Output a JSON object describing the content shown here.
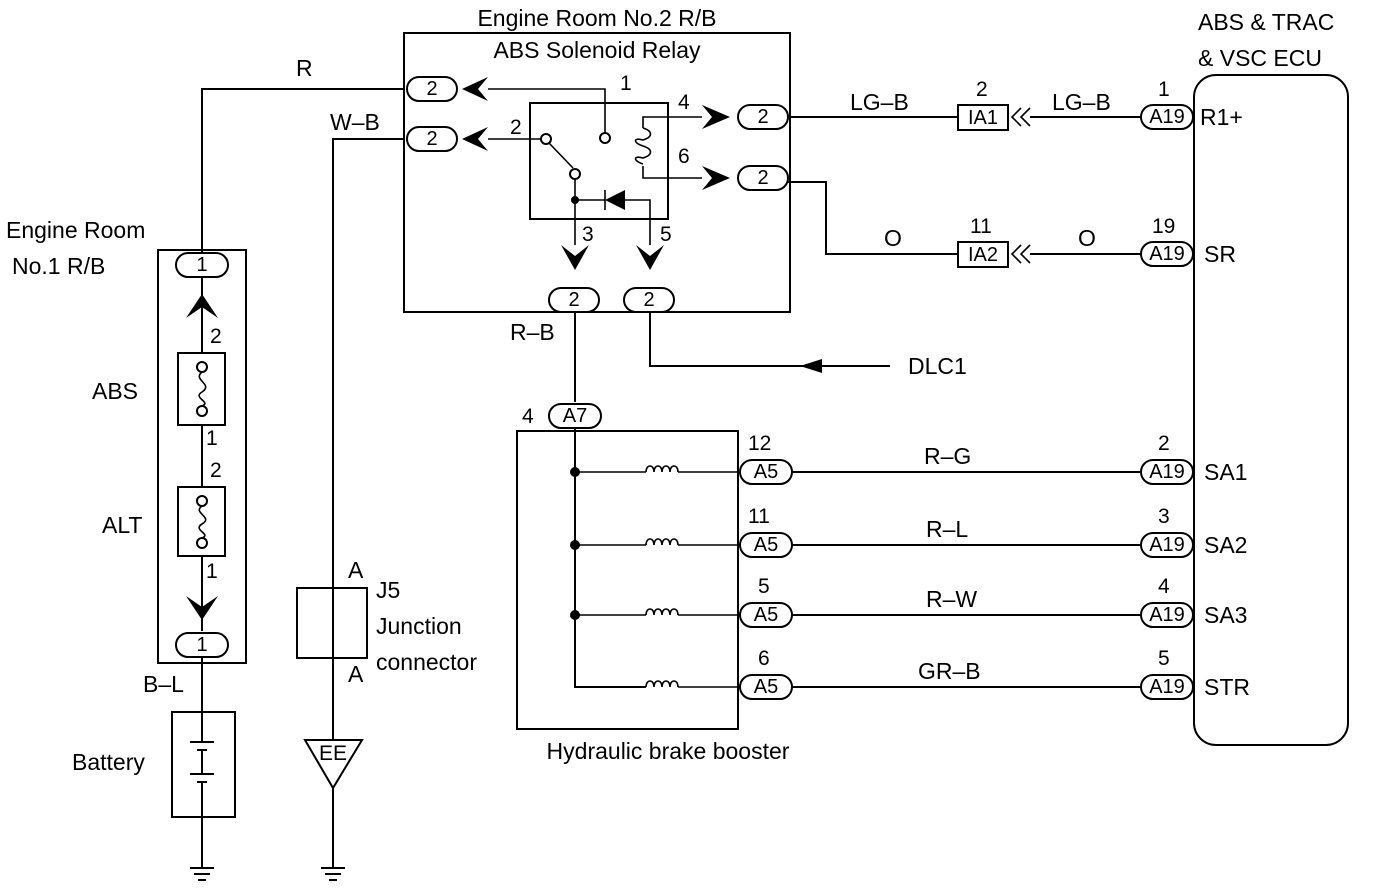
{
  "components": {
    "relay_box_title": "Engine Room No.2 R/B",
    "relay_title": "ABS Solenoid Relay",
    "ecu_title_1": "ABS & TRAC",
    "ecu_title_2": "& VSC ECU",
    "rb1_title_1": "Engine  Room",
    "rb1_title_2": "No.1 R/B",
    "fuse_abs": "ABS",
    "fuse_alt": "ALT",
    "battery": "Battery",
    "junction_id": "J5",
    "junction_1": "Junction",
    "junction_2": "connector",
    "junction_top": "A",
    "junction_bottom": "A",
    "ground": "EE",
    "booster": "Hydraulic brake booster",
    "dlc": "DLC1"
  },
  "wires": {
    "r": "R",
    "wb": "W–B",
    "rb": "R–B",
    "bl": "B–L",
    "lgb_left": "LG–B",
    "lgb_right": "LG–B",
    "o_left": "O",
    "o_right": "O",
    "rg": "R–G",
    "rl": "R–L",
    "rw": "R–W",
    "grb": "GR–B"
  },
  "connectors": {
    "rb2_conn": "2",
    "rb1_conn": "1",
    "ia1": "IA1",
    "ia2": "IA2",
    "a19": "A19",
    "a7": "A7",
    "a5": "A5"
  },
  "pins": {
    "relay_1": "1",
    "relay_2": "2",
    "relay_3": "3",
    "relay_4": "4",
    "relay_5": "5",
    "relay_6": "6",
    "ia1_pin": "2",
    "ia2_pin": "11",
    "ecu_r1": "1",
    "ecu_sr": "19",
    "a7_pin": "4",
    "fuse_abs_top": "2",
    "fuse_abs_bottom": "1",
    "fuse_alt_top": "2",
    "fuse_alt_bottom": "1",
    "a5_12": "12",
    "a5_11": "11",
    "a5_5": "5",
    "a5_6": "6",
    "ecu_sa1": "2",
    "ecu_sa2": "3",
    "ecu_sa3": "4",
    "ecu_str": "5"
  },
  "terminals": {
    "r1": "R1+",
    "sr": "SR",
    "sa1": "SA1",
    "sa2": "SA2",
    "sa3": "SA3",
    "str": "STR"
  }
}
